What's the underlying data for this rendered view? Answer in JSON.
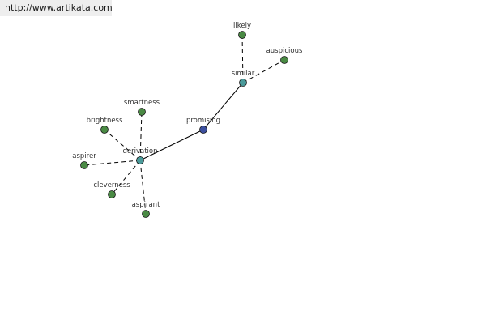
{
  "watermark": "http://www.artikata.com",
  "colors": {
    "center": "#3c4f9e",
    "hub": "#4a9a9a",
    "leaf": "#4a8a44",
    "edge": "#000000"
  },
  "nodes": [
    {
      "id": "promising",
      "label": "promising",
      "kind": "center"
    },
    {
      "id": "similar",
      "label": "similar",
      "kind": "hub"
    },
    {
      "id": "derivation",
      "label": "derivation",
      "kind": "hub"
    },
    {
      "id": "likely",
      "label": "likely",
      "kind": "leaf"
    },
    {
      "id": "auspicious",
      "label": "auspicious",
      "kind": "leaf"
    },
    {
      "id": "smartness",
      "label": "smartness",
      "kind": "leaf"
    },
    {
      "id": "brightness",
      "label": "brightness",
      "kind": "leaf"
    },
    {
      "id": "aspirer",
      "label": "aspirer",
      "kind": "leaf"
    },
    {
      "id": "cleverness",
      "label": "cleverness",
      "kind": "leaf"
    },
    {
      "id": "aspirant",
      "label": "aspirant",
      "kind": "leaf"
    }
  ],
  "edges": [
    {
      "from": "promising",
      "to": "similar",
      "style": "solid"
    },
    {
      "from": "promising",
      "to": "derivation",
      "style": "solid"
    },
    {
      "from": "similar",
      "to": "likely",
      "style": "dashed"
    },
    {
      "from": "similar",
      "to": "auspicious",
      "style": "dashed"
    },
    {
      "from": "derivation",
      "to": "smartness",
      "style": "dashed"
    },
    {
      "from": "derivation",
      "to": "brightness",
      "style": "dashed"
    },
    {
      "from": "derivation",
      "to": "aspirer",
      "style": "dashed"
    },
    {
      "from": "derivation",
      "to": "cleverness",
      "style": "dashed"
    },
    {
      "from": "derivation",
      "to": "aspirant",
      "style": "dashed"
    }
  ]
}
